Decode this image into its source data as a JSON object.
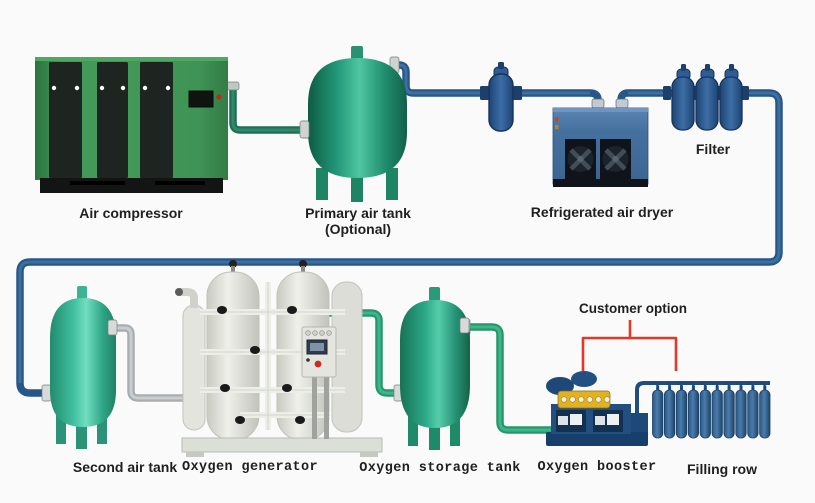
{
  "diagram": {
    "customer_option_label": "Customer option",
    "cylinder_count": 10,
    "flow_order": [
      "Air compressor",
      "Primary air tank (Optional)",
      "Refrigerated air dryer",
      "Filter",
      "Second air tank",
      "Oxygen generator",
      "Oxygen storage tank",
      "Oxygen booster",
      "Filling row"
    ]
  },
  "labels": {
    "air_compressor": "Air compressor",
    "primary_air_tank": "Primary air tank",
    "primary_air_tank_note": "(Optional)",
    "refrigerated_air_dryer": "Refrigerated air dryer",
    "filter": "Filter",
    "second_air_tank": "Second air tank",
    "oxygen_generator": "Oxygen generator",
    "oxygen_storage_tank": "Oxygen storage tank",
    "oxygen_booster": "Oxygen booster",
    "filling_row": "Filling row",
    "customer_option": "Customer option"
  },
  "colors": {
    "background": "#f9faf9",
    "pipe_blue": "#275688",
    "pipe_teal": "#1f6e56",
    "pipe_gray": "#a9adaf",
    "pipe_green": "#27966c",
    "compressor_green": "#3f9355",
    "tank_green": "#2ba580",
    "tank_teal_light": "#3fbf9e",
    "dryer_blue": "#45719f",
    "filter_blue": "#3d6ea6",
    "cylinder_blue": "#4a7cab",
    "booster_navy": "#1d4878",
    "booster_yellow": "#e2b122",
    "annotation_red": "#e23828",
    "label_text": "#1e1f1e"
  }
}
